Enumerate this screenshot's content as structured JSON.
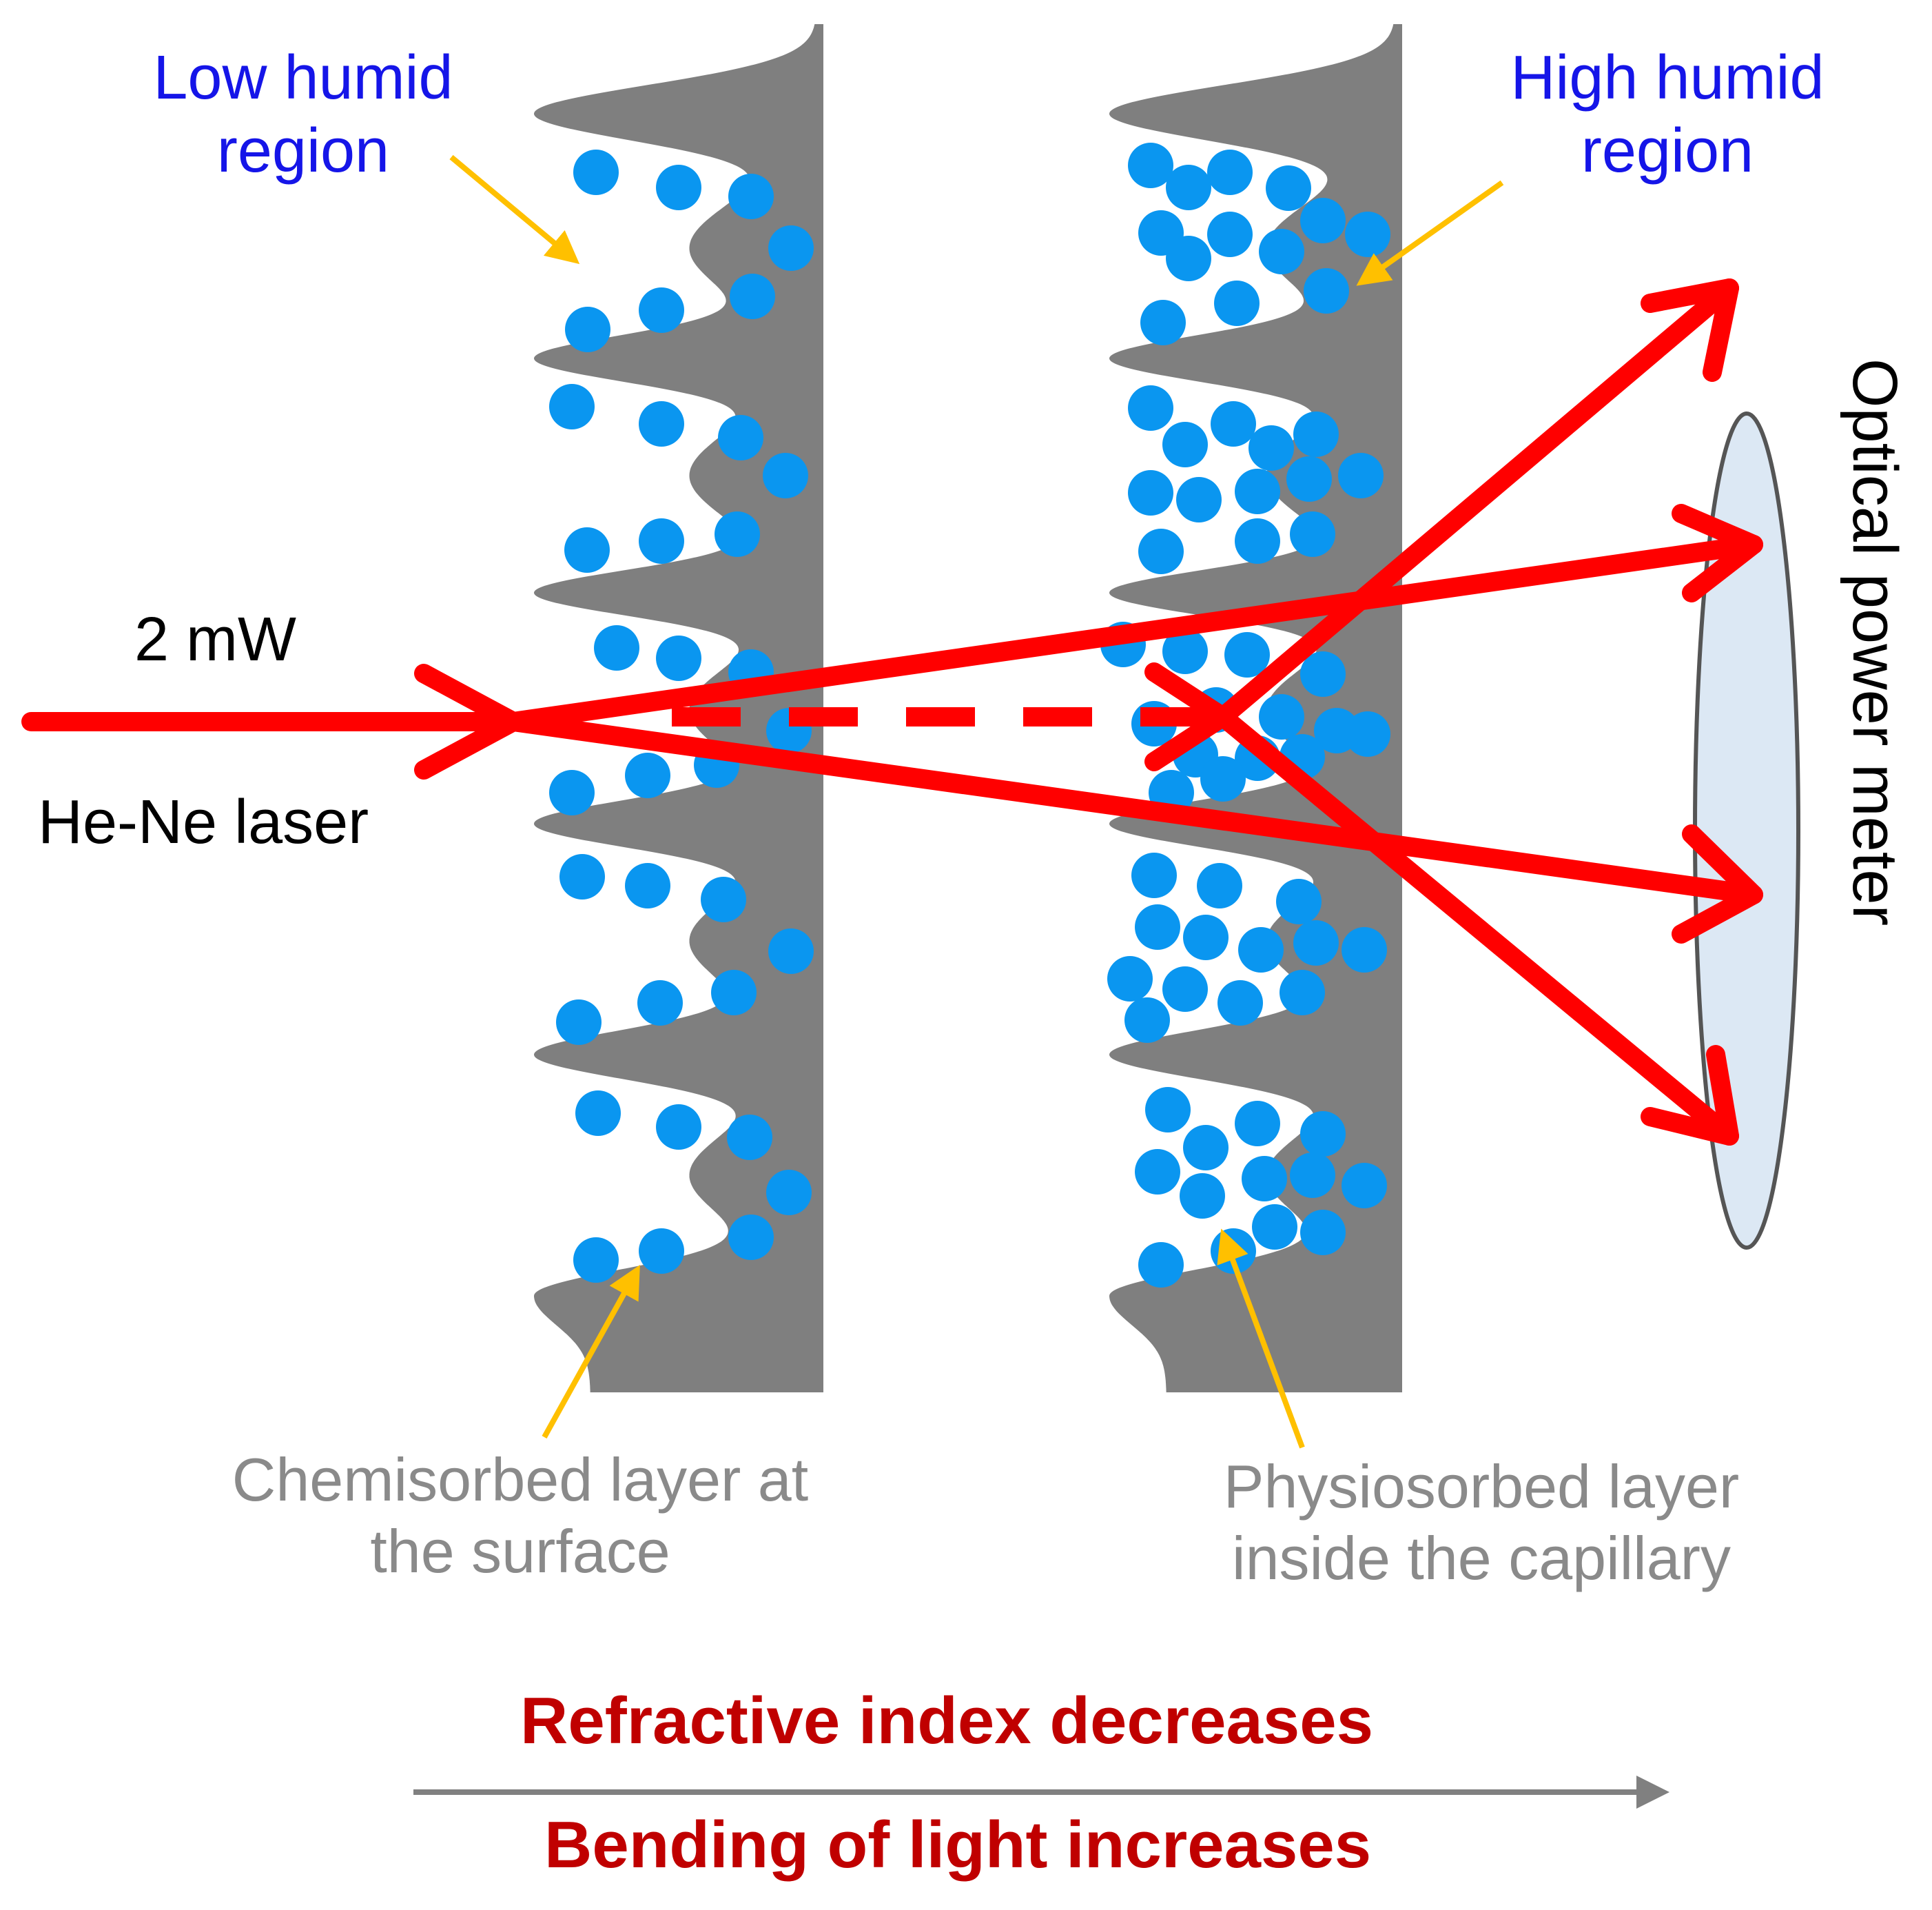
{
  "labels": {
    "low_humid": "Low humid\nregion",
    "high_humid": "High humid\nregion",
    "power_label": "2 mW",
    "laser_label": "He-Ne laser",
    "meter_label": "Optical power meter",
    "chemisorbed": "Chemisorbed layer at\nthe surface",
    "physisorbed": "Physiosorbed layer\ninside the capillary",
    "refractive": "Refractive index decreases",
    "bending": "Bending of light increases"
  },
  "colors": {
    "laser": "#ff0000",
    "label_blue": "#1515e8",
    "droplet": "#0a96f0",
    "layer": "#7f7f7f",
    "pointer": "#ffc000",
    "note_gray": "#8a8a8a",
    "trend_red": "#c00000",
    "meter_fill": "#dce8f4"
  },
  "icons": [
    "laser-beam-arrow",
    "water-droplet",
    "porous-layer",
    "power-meter-lens"
  ]
}
